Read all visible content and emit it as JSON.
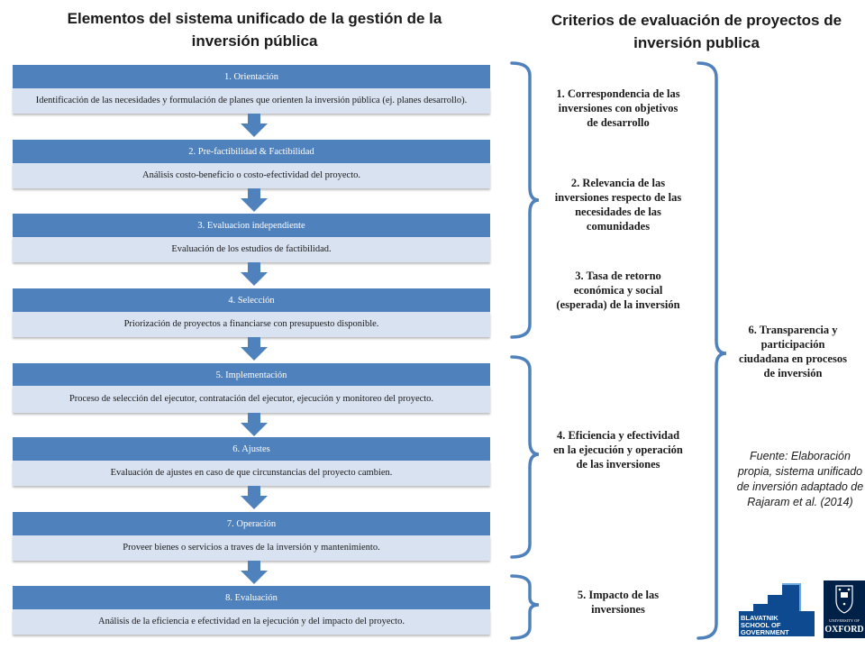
{
  "titles": {
    "left": "Elementos del sistema unificado de la gestión de la inversión pública",
    "right": "Criterios de evaluación de proyectos de inversión publica"
  },
  "steps": [
    {
      "head": "1. Orientación",
      "body": "Identificación de las necesidades y formulación de planes que orienten la inversión pública (ej. planes desarrollo)."
    },
    {
      "head": "2. Pre-factibilidad & Factibilidad",
      "body": "Análisis costo-beneficio o costo-efectividad del proyecto."
    },
    {
      "head": "3. Evaluacion independiente",
      "body": "Evaluación de los estudios de factibilidad."
    },
    {
      "head": "4. Selección",
      "body": "Priorización de proyectos a financiarse con presupuesto disponible."
    },
    {
      "head": "5. Implementación",
      "body": "Proceso de selección del ejecutor, contratación del ejecutor, ejecución y monitoreo del proyecto."
    },
    {
      "head": "6. Ajustes",
      "body": "Evaluación de ajustes en caso de que circunstancias del proyecto cambien."
    },
    {
      "head": "7. Operación",
      "body": "Proveer bienes o servicios a traves de la inversión y mantenimiento."
    },
    {
      "head": "8. Evaluación",
      "body": "Análisis de la eficiencia e efectividad en la ejecución y del impacto del proyecto."
    }
  ],
  "criteria": [
    "1. Correspondencia de las inversiones con objetivos de desarrollo",
    "2. Relevancia de las inversiones respecto de las necesidades de las comunidades",
    "3. Tasa de retorno económica y social (esperada) de la inversión",
    "4. Eficiencia y efectividad en la ejecución y operación de las inversiones",
    "5. Impacto de las inversiones",
    "6. Transparencia y participación ciudadana en procesos de inversión"
  ],
  "source": "Fuente: Elaboración propia, sistema unificado de inversión adaptado de Rajaram et al. (2014)",
  "logos": {
    "blavatnik": [
      "BLAVATNIK",
      "SCHOOL OF",
      "GOVERNMENT"
    ],
    "oxford_top": "UNIVERSITY OF",
    "oxford_main": "OXFORD"
  },
  "colors": {
    "step_head": "#4f81bd",
    "step_body": "#d9e2f1",
    "brace": "#4f81bd",
    "oxford_blue": "#002147"
  }
}
